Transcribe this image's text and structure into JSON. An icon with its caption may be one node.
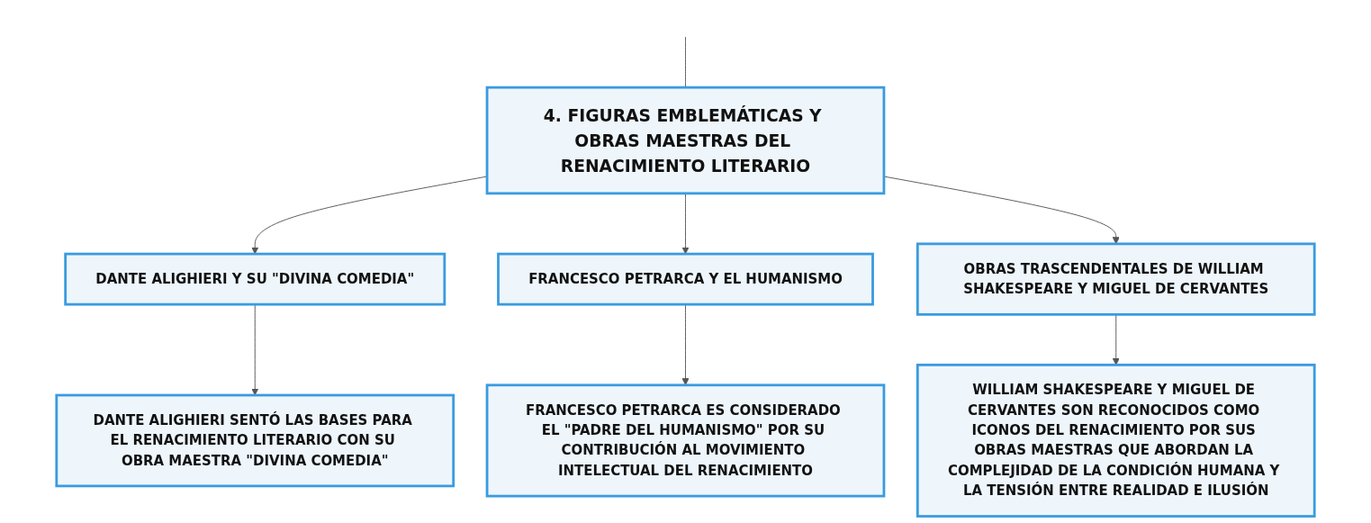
{
  "diagram": {
    "nodes": [
      {
        "text": [
          "4. FIGURAS EMBLEMÁTICAS Y OBRAS MAESTRAS DEL RENACIMIENTO LITERARIO"
        ]
      },
      {
        "text": [
          "DANTE ALIGHIERI Y SU \"DIVINA COMEDIA\""
        ]
      },
      {
        "text": [
          "FRANCESCO PETRARCA Y EL HUMANISMO"
        ]
      },
      {
        "text": [
          "OBRAS TRASCENDENTALES DE WILLIAM SHAKESPEARE Y MIGUEL DE CERVANTES"
        ]
      },
      {
        "text": [
          "DANTE ALIGHIERI SENTÓ LAS BASES PARA EL RENACIMIENTO LITERARIO CON SU OBRA MAESTRA \"DIVINA COMEDIA\""
        ]
      },
      {
        "text": [
          "FRANCESCO PETRARCA ES CONSIDERADO EL \"PADRE DEL HUMANISMO\" POR SU CONTRIBUCIÓN AL MOVIMIENTO INTELECTUAL DEL RENACIMIENTO"
        ]
      },
      {
        "text": [
          "WILLIAM SHAKESPEARE Y MIGUEL DE CERVANTES SON RECONOCIDOS COMO ICONOS DEL RENACIMIENTO POR SUS OBRAS MAESTRAS QUE ABORDAN LA COMPLEJIDAD DE LA CONDICIÓN HUMANA Y LA TENSIÓN ENTRE REALIDAD E ILUSIÓN"
        ]
      }
    ],
    "edges": [
      {
        "from": null,
        "to": 0,
        "arrow": "none"
      },
      {
        "from": 0,
        "to": 1,
        "arrow": "to"
      },
      {
        "from": 0,
        "to": 2,
        "arrow": "to"
      },
      {
        "from": 0,
        "to": 3,
        "arrow": "to"
      },
      {
        "from": 1,
        "to": 4,
        "arrow": "to"
      },
      {
        "from": 2,
        "to": 5,
        "arrow": "to"
      },
      {
        "from": 3,
        "to": 6,
        "arrow": "to"
      }
    ]
  }
}
